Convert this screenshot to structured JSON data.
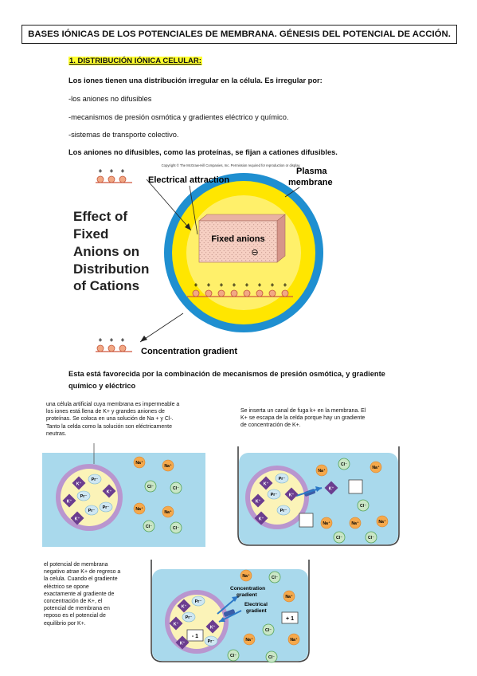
{
  "title": "BASES IÓNICAS DE LOS POTENCIALES DE MEMBRANA. GÉNESIS DEL POTENCIAL DE ACCIÓN.",
  "section": "1. DISTRIBUCIÓN IÓNICA CELULAR:",
  "intro": "Los iones tienen una distribución irregular en la célula. Es irregular por:",
  "reasons": [
    "-los aniones no difusibles",
    "-mecanismos de presión osmótica y gradientes eléctrico y químico.",
    "-sistemas de transporte colectivo."
  ],
  "fixed_anions_sentence": "Los aniones no difusibles, como las proteínas, se fijan a cationes difusibles.",
  "figure1": {
    "copyright": "Copyright © The McGraw-Hill Companies, Inc. Permission required for reproduction or display.",
    "electrical_attraction": "Electrical attraction",
    "plasma": "Plasma",
    "membrane": "membrane",
    "effect_lines": [
      "Effect of",
      "Fixed",
      "Anions on",
      "Distribution",
      "of Cations"
    ],
    "fixed_anions": "Fixed anions",
    "minus": "⊖",
    "concentration_gradient": "Concentration gradient",
    "plus": "+"
  },
  "favored": [
    "Esta está favorecida por la combinación de mecanismos de presión osmótica, y gradiente",
    "químico y eléctrico"
  ],
  "caption_left": [
    "una célula artificial cuya membrana es impermeable a",
    "los iones está llena de K+ y grandes aniones de",
    "proteínas. Se coloca en una solución de Na + y Cl-.",
    "Tanto la celda como la solución son eléctricamente",
    "neutras."
  ],
  "caption_right": [
    "Se inserta un canal de fuga k+ en la membrana. El",
    "K+ se escapa de la celda porque hay un gradiente",
    "de concentración de K+."
  ],
  "caption_bottom": [
    "el potencial de membrana",
    "negativo atrae K+ de regreso a",
    "la celula. Cuando el gradiente",
    "eléctrico se opone",
    "exactamente al gradiente de",
    "concentración de K+, el",
    "potencial de membrana en",
    "reposo es el potencial de",
    "equilibrio por K+."
  ],
  "ion_labels": {
    "k": "K⁺",
    "pr": "Pr⁻",
    "na": "Na⁺",
    "cl": "Cl⁻"
  },
  "diagram3_labels": {
    "conc": [
      "Concentration",
      "gradient"
    ],
    "elec": [
      "Electrical",
      "gradient"
    ],
    "minus1": "- 1",
    "plus1": "+ 1"
  }
}
